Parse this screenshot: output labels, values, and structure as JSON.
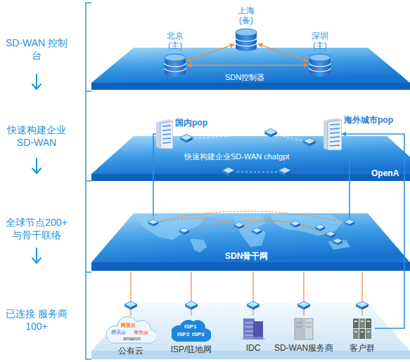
{
  "diagram": {
    "nodes": [
      {
        "text": [
          "SDN控制器"
        ]
      },
      {
        "text": [
          "北京 (主)"
        ]
      },
      {
        "text": [
          "上海 (备)"
        ]
      },
      {
        "text": [
          "深圳 (主)"
        ]
      },
      {
        "text": [
          "快速构建企业SD-WAN chatgpt",
          "OpenA"
        ]
      },
      {
        "text": [
          "国内pop"
        ]
      },
      {
        "text": [
          "海外城市pop"
        ]
      },
      {
        "text": [
          "SDN骨干网"
        ]
      },
      {
        "text": [
          "公有云"
        ]
      },
      {
        "text": [
          "ISP/驻地网"
        ]
      },
      {
        "text": [
          "IDC"
        ]
      },
      {
        "text": [
          "SD-WAN服务商"
        ]
      },
      {
        "text": [
          "客户群"
        ]
      }
    ],
    "edges": [
      {
        "from": 1,
        "to": 2,
        "arrow": "both"
      },
      {
        "from": 2,
        "to": 3,
        "arrow": "both"
      },
      {
        "from": 1,
        "to": 3,
        "arrow": "both"
      },
      {
        "from": 7,
        "to": 5,
        "arrow": "none"
      },
      {
        "from": 7,
        "to": 6,
        "arrow": "none"
      },
      {
        "from": 12,
        "to": 6,
        "arrow": "to"
      },
      {
        "from": 7,
        "to": 8,
        "arrow": "none"
      },
      {
        "from": 7,
        "to": 9,
        "arrow": "none"
      },
      {
        "from": 7,
        "to": 10,
        "arrow": "none"
      },
      {
        "from": 7,
        "to": 11,
        "arrow": "none"
      },
      {
        "from": 7,
        "to": 12,
        "arrow": "none"
      }
    ],
    "labels": [
      "SD-WAN 控制台",
      "快速构建企业 SD-WAN",
      "全球节点200+ 与骨干联络",
      "已连接 服务商100+",
      "阿里云",
      "腾讯云",
      "华为云",
      "amazon",
      "ISP1",
      "ISP2",
      "ISP3"
    ]
  }
}
